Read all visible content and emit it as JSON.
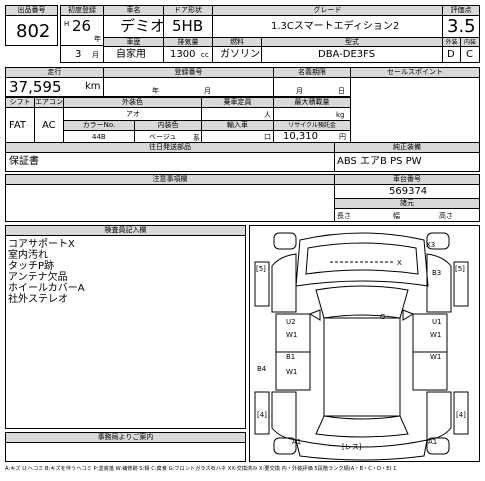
{
  "header": {
    "lot_label": "出品番号",
    "lot": "802",
    "reg_label": "初度登録",
    "era": "H",
    "year": "26",
    "year_unit": "年",
    "month": "3",
    "month_unit": "月",
    "name_label": "車名",
    "name": "デミオ",
    "door_label": "ドア形状",
    "door": "5HB",
    "grade_label": "グレード",
    "grade": "1.3Cスマートエディション2",
    "score_label": "評価点",
    "score": "3.5",
    "usage_label": "車歴",
    "usage": "自家用",
    "cc_label": "排気量",
    "cc": "1300",
    "cc_unit": "cc",
    "fuel_label": "燃料",
    "fuel": "ガソリン",
    "model_label": "型式",
    "model": "DBA-DE3FS",
    "ext_label": "外装",
    "ext": "D",
    "int_label": "内装",
    "int": "C"
  },
  "row2": {
    "mileage_label": "走行",
    "mileage": "37,595",
    "mileage_unit": "km",
    "reg_valid_label": "登録番号",
    "reg_year": "年",
    "reg_month": "月",
    "transfer_label": "名義期限",
    "tr_month": "月",
    "tr_day": "日",
    "sales_point_label": "セールスポイント"
  },
  "row3": {
    "shift_label": "シフト",
    "shift": "FAT",
    "ac_label": "エアコン",
    "ac": "AC",
    "color_label": "外装色",
    "color": "アオ",
    "capacity_label": "乗車定員",
    "capacity_unit": "人",
    "load_label": "最大積載量",
    "load_unit": "kg",
    "color_no_label": "カラーNo.",
    "color_no": "44B",
    "int_color_label": "内装色",
    "int_color": "ベージュ",
    "int_color_suffix": "系",
    "import_label": "輸入車",
    "import_val": "口",
    "recycle_label": "リサイクル預託金",
    "recycle": "10,310",
    "recycle_unit": "円",
    "accessories_label": "往日発送部品",
    "book_label": "純正装備",
    "book": "保証書",
    "options": "ABS エアB PS PW"
  },
  "notes": {
    "label": "注意事項欄"
  },
  "chassis": {
    "label": "車台番号",
    "number": "569374",
    "hint_label": "諸元",
    "h1": "長さ",
    "h2": "幅",
    "h3": "高さ"
  },
  "inspector": {
    "label": "検査員記入欄",
    "lines": [
      "コアサポートX",
      "室内汚れ",
      "タッチP跡",
      "アンテナ欠品",
      "ホイールカバーA",
      "社外ステレオ"
    ]
  },
  "diagram": {
    "marks": [
      "X3",
      "X",
      "B3",
      "[5]",
      "[5]",
      "G",
      "U2",
      "W1",
      "U1",
      "W1",
      "B1",
      "W1",
      "W1",
      "B4",
      "[4]",
      "[4]",
      "A1",
      "A1",
      "[レス]"
    ]
  },
  "office": {
    "label": "事務局よりご案内"
  },
  "legend": "A:キズ U:ヘコミ B:キズを伴うヘコミ P:塗装落 W:補修跡 S:錆 C:腐食 G:フロントガラス石ハネ XX:交換済み X:要交換 内・外装評価 5段階ランク順(A・B・C・D・E) 1"
}
